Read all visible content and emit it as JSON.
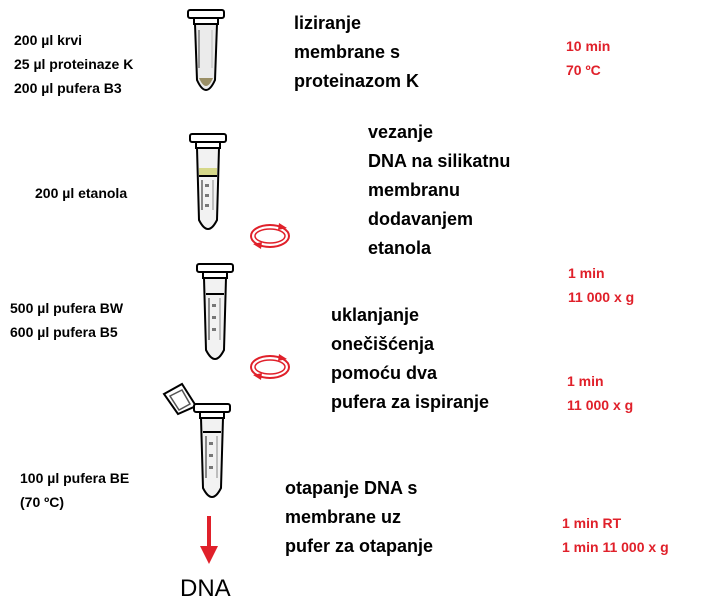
{
  "colors": {
    "accent": "#e0202a",
    "text": "#000000",
    "background": "#ffffff"
  },
  "steps": [
    {
      "reagents": [
        "200 µl krvi",
        "25 µl proteinaze K",
        "200 µl pufera B3"
      ],
      "description": [
        "liziranje",
        "membrane s",
        "proteinazom K"
      ],
      "conditions": [
        "10 min",
        "70 ºC"
      ]
    },
    {
      "reagents": [
        "200 µl etanola"
      ],
      "description": [
        "vezanje",
        "DNA na silikatnu",
        "membranu",
        "dodavanjem",
        "etanola"
      ],
      "conditions": [
        "1 min",
        "11 000 x g"
      ]
    },
    {
      "reagents": [
        "500 µl pufera BW",
        "600 µl pufera B5"
      ],
      "description": [
        "uklanjanje",
        "onečišćenja",
        "pomoću dva",
        "pufera za ispiranje"
      ],
      "conditions": [
        "1 min",
        "11 000 x g"
      ]
    },
    {
      "reagents": [
        "100 µl pufera BE",
        "(70 ºC)"
      ],
      "description": [
        "otapanje DNA s",
        "membrane uz",
        "pufer za otapanje"
      ],
      "conditions": [
        "1 min RT",
        "1 min 11 000 x g"
      ]
    }
  ],
  "icons": [
    "tube-icon",
    "tube-icon",
    "tube-icon",
    "open-tube-icon",
    "centrifuge-rotation-icon",
    "down-arrow-icon"
  ],
  "product": "DNA"
}
